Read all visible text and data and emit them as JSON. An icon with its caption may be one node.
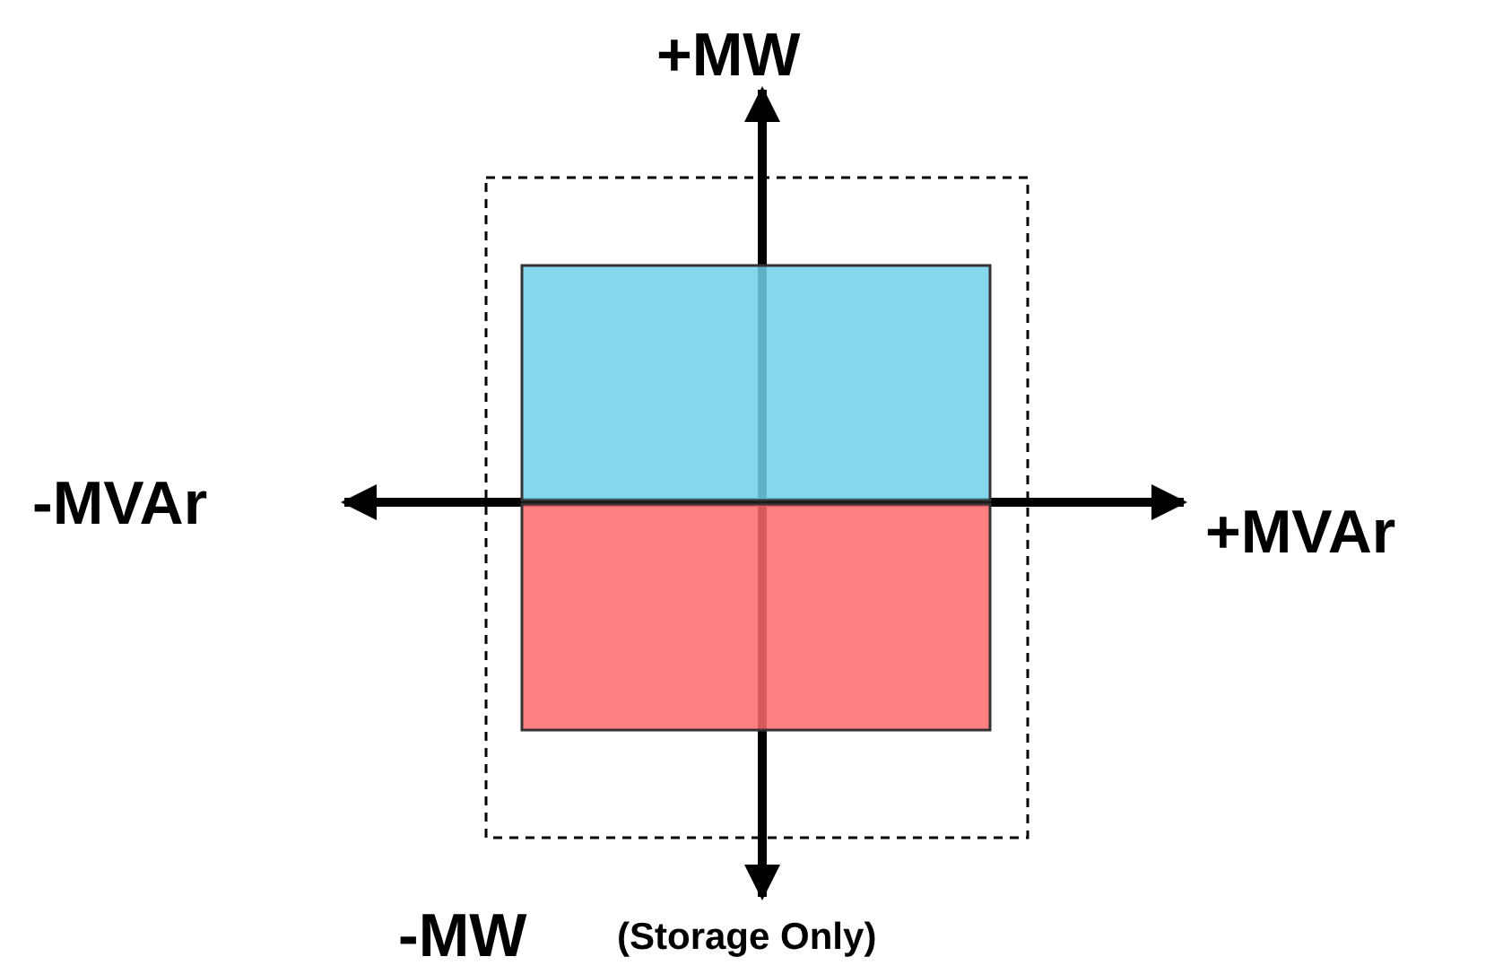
{
  "diagram": {
    "labels": [
      "+MW",
      "-MVAr",
      "+MVAr",
      "-MW",
      "(Storage Only)"
    ]
  }
}
